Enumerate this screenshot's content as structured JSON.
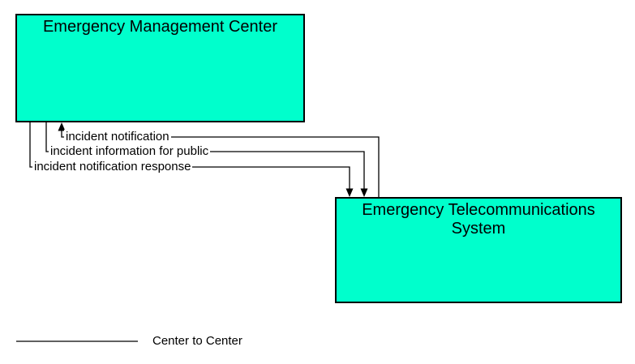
{
  "diagram": {
    "type": "interconnect-flow-diagram",
    "colors": {
      "node_fill": "#00ffcc",
      "node_border": "#000000",
      "line_color": "#000000",
      "background": "#ffffff",
      "text_color": "#000000"
    },
    "nodes": [
      {
        "id": "emc",
        "label": "Emergency Management Center"
      },
      {
        "id": "ets",
        "label": "Emergency Telecommunications System"
      }
    ],
    "flows": [
      {
        "label": "incident notification",
        "from": "ets",
        "to": "emc",
        "direction": "up-into-emc"
      },
      {
        "label": "incident information for public",
        "from": "emc",
        "to": "ets",
        "direction": "down-into-ets"
      },
      {
        "label": "incident notification response",
        "from": "emc",
        "to": "ets",
        "direction": "down-into-ets"
      }
    ],
    "legend": {
      "label": "Center to Center"
    }
  }
}
